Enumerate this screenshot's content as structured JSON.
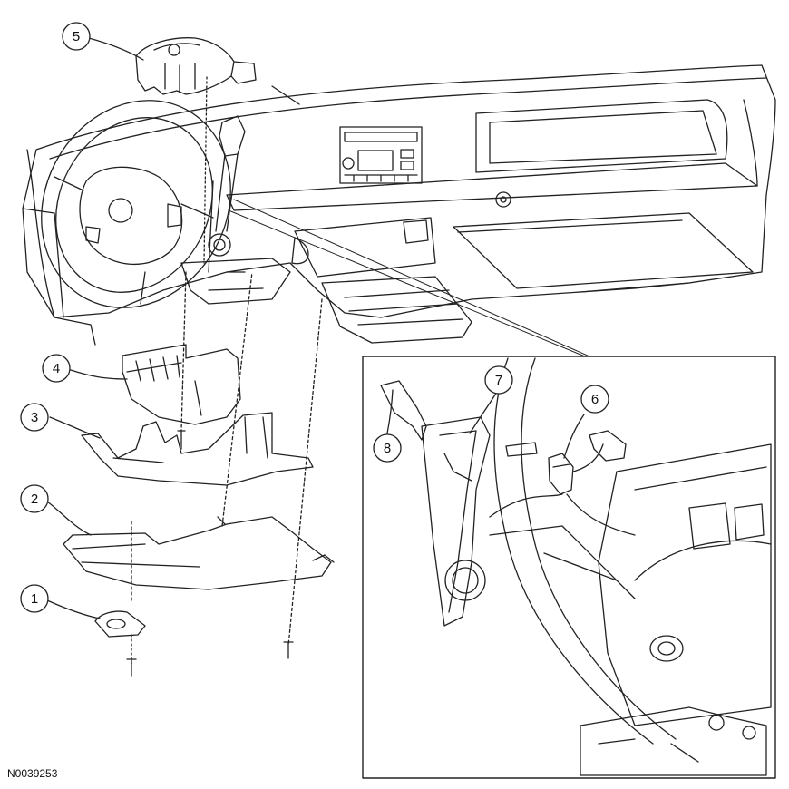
{
  "figure_id": "N0039253",
  "callouts": [
    {
      "number": "1"
    },
    {
      "number": "2"
    },
    {
      "number": "3"
    },
    {
      "number": "4"
    },
    {
      "number": "5"
    },
    {
      "number": "6"
    },
    {
      "number": "7"
    },
    {
      "number": "8"
    }
  ]
}
